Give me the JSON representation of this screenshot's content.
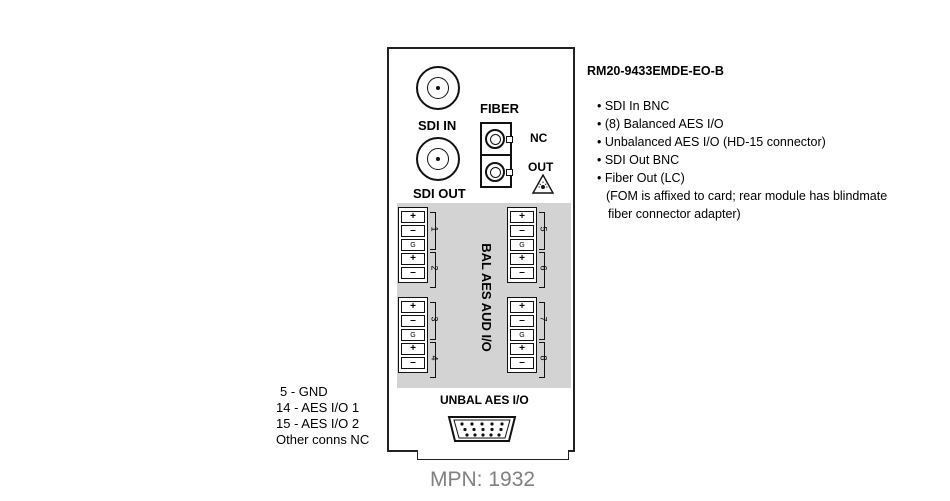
{
  "model_title": "RM20-9433EMDE-EO-B",
  "features": [
    "• SDI In BNC",
    "• (8) Balanced AES I/O",
    "• Unbalanced AES I/O (HD-15 connector)",
    "• SDI Out BNC",
    "• Fiber Out (LC)",
    "(FOM is affixed to card; rear module has blindmate",
    "fiber connector adapter)"
  ],
  "pinout": [
    "5 - GND",
    "14 - AES I/O 1",
    "15 - AES I/O 2",
    "Other conns NC"
  ],
  "card": {
    "sdi_in": "SDI IN",
    "sdi_out": "SDI OUT",
    "fiber": "FIBER",
    "nc": "NC",
    "out": "OUT",
    "bal_aes": "BAL AES AUD I/O",
    "unbal_aes": "UNBAL AES I/O",
    "terminal": {
      "plus": "+",
      "minus": "–",
      "gnd": "G"
    },
    "channels": [
      "1",
      "2",
      "3",
      "4",
      "5",
      "6",
      "7",
      "8"
    ]
  },
  "mpn": "MPN: 1932",
  "colors": {
    "panel_grey": "#d3d3d3",
    "mpn_grey": "#808080",
    "laser_icon": "laser-warning-icon"
  }
}
